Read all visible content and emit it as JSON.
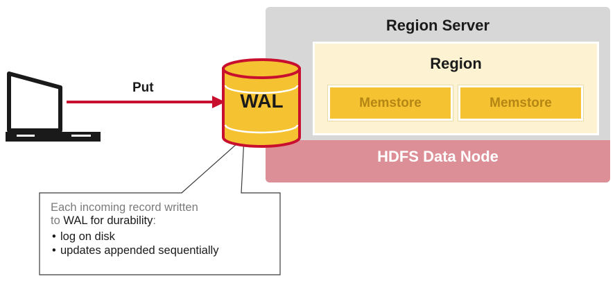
{
  "region_server": {
    "title": "Region Server"
  },
  "region": {
    "title": "Region",
    "memstores": [
      "Memstore",
      "Memstore"
    ]
  },
  "hdfs": {
    "label": "HDFS Data Node"
  },
  "wal": {
    "label": "WAL"
  },
  "put": {
    "label": "Put"
  },
  "callout": {
    "line1": "Each incoming record written",
    "line2_prefix": "to ",
    "line2_wal": "WAL",
    "line2_rest": " for durability",
    "line2_colon": ":",
    "bullets": [
      "log on disk",
      "updates appended sequentially"
    ]
  },
  "colors": {
    "arrow": "#c8102e",
    "wal_fill": "#f5c232",
    "wal_border": "#c8102e",
    "memstore_fill": "#f5c232",
    "hdfs_fill": "#dc8f96",
    "region_fill": "#fdf3d2",
    "region_server_fill": "#d7d7d7"
  },
  "icons": {
    "client": "laptop-icon",
    "wal": "database-cylinder-icon"
  }
}
